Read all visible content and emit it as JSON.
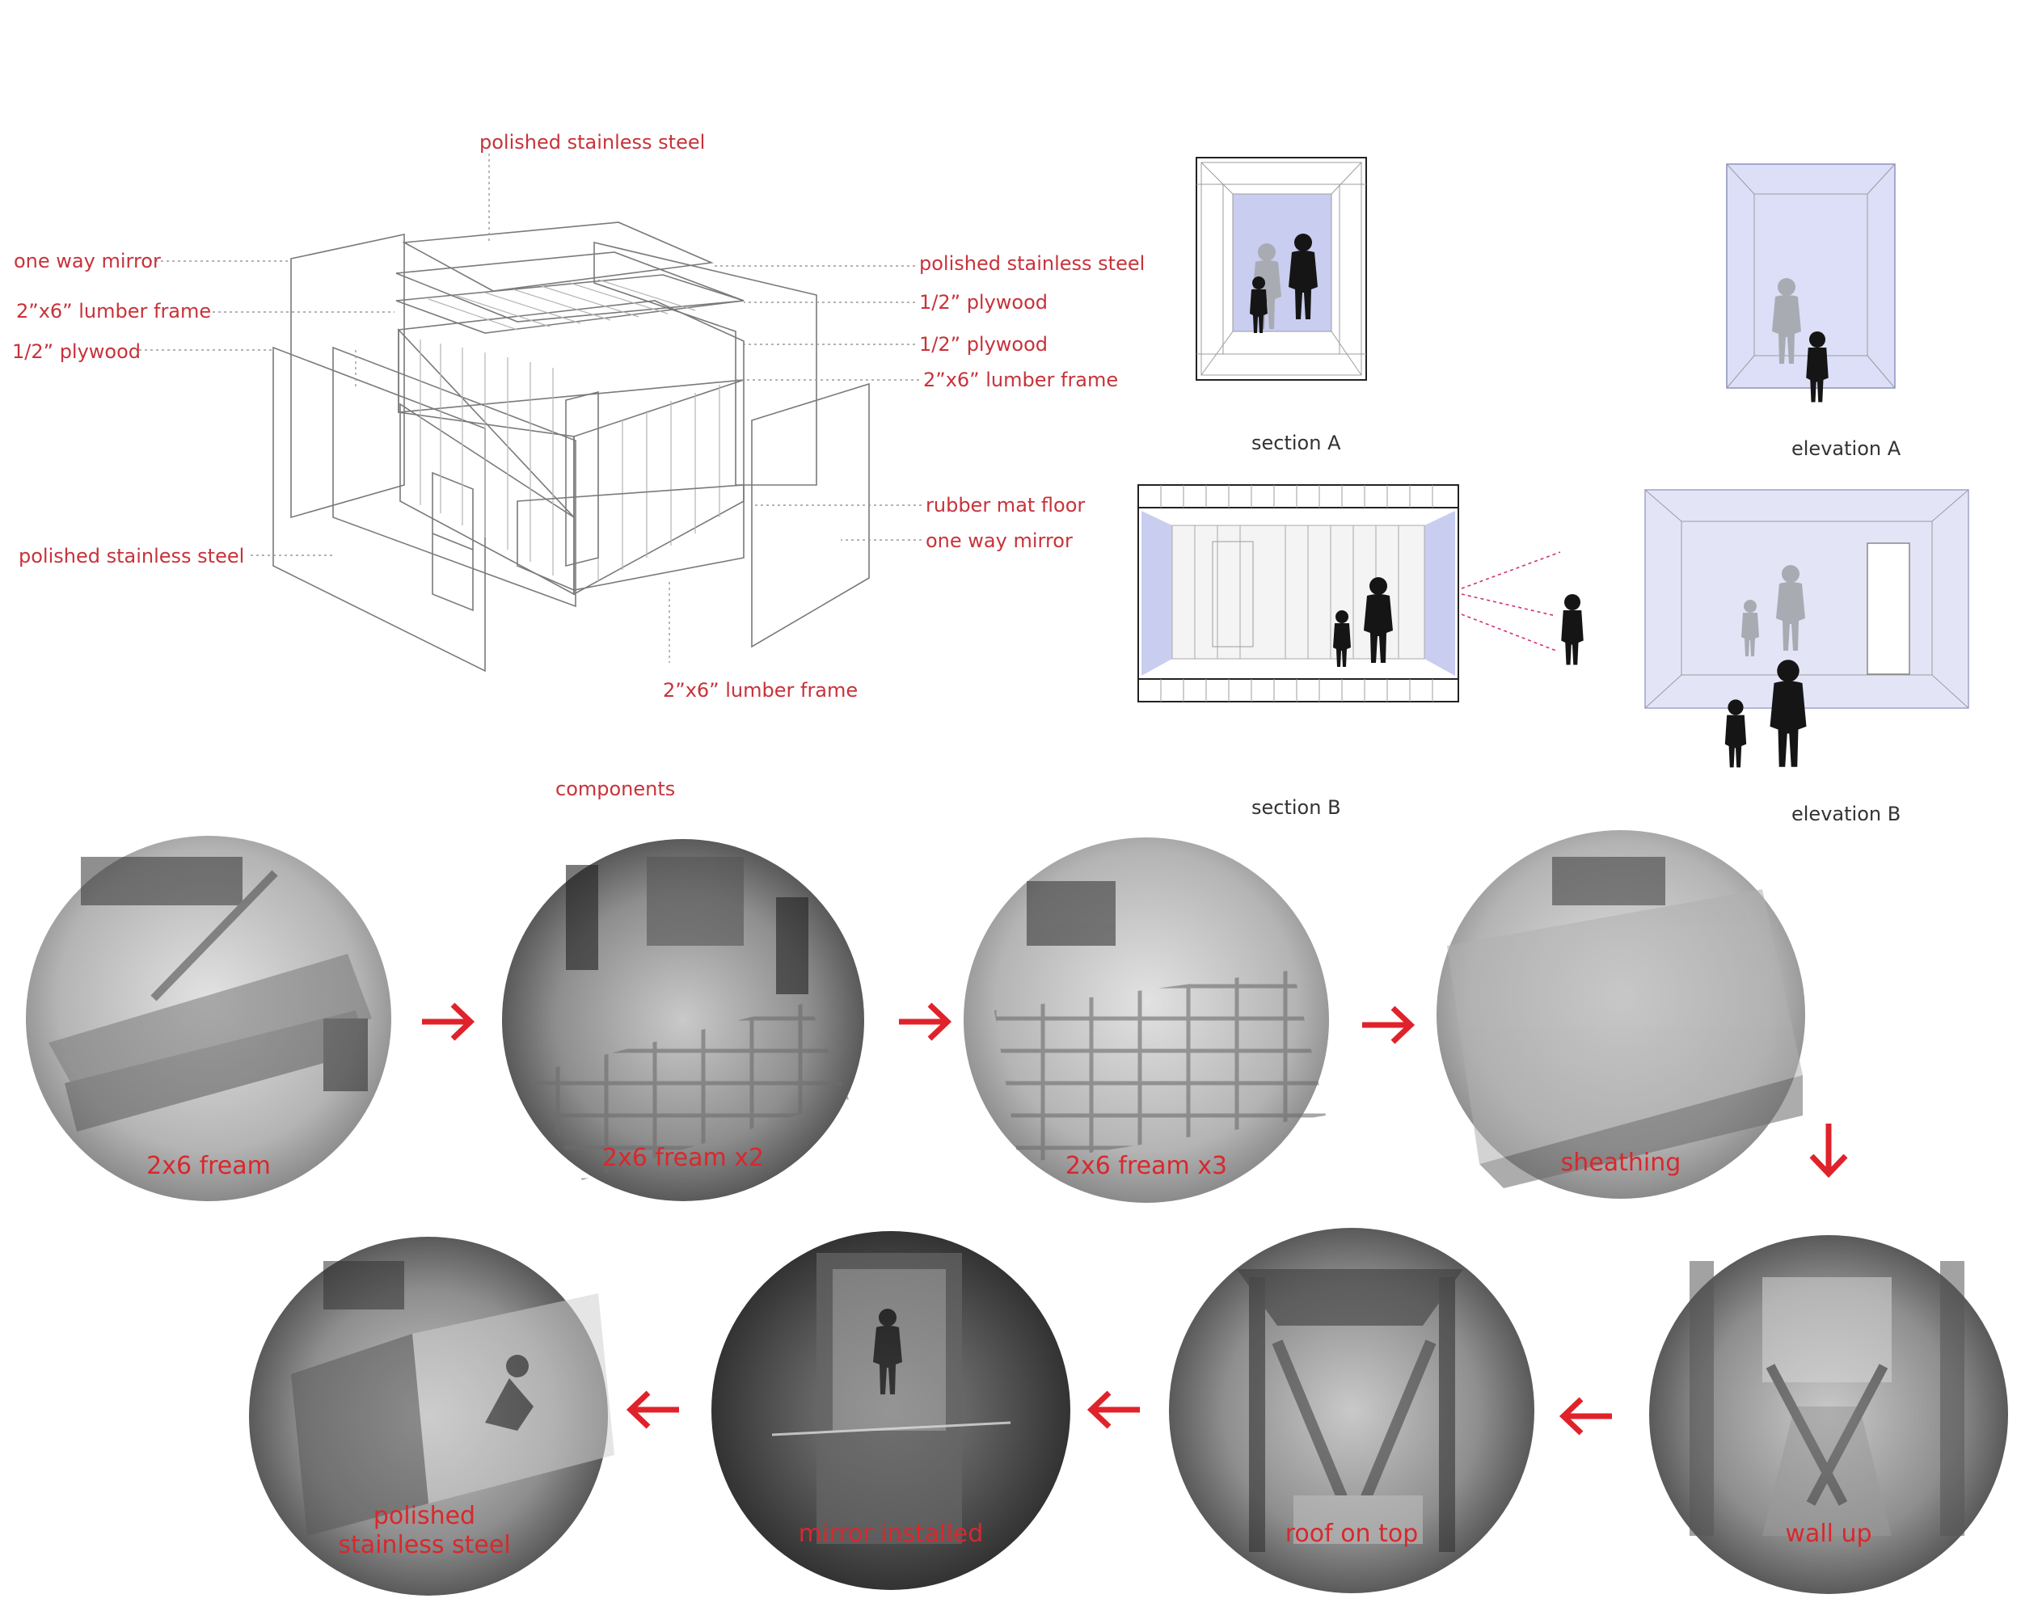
{
  "labels": {
    "ss_top": "polished stainless steel",
    "mirror_left": "one way mirror",
    "lumber_left": "2”x6” lumber frame",
    "plywood_left": "1/2” plywood",
    "ss_left": "polished stainless steel",
    "ss_right": "polished stainless steel",
    "plywood_right1": "1/2” plywood",
    "plywood_right2": "1/2” plywood",
    "lumber_right": "2”x6” lumber frame",
    "rubber": "rubber mat floor",
    "mirror_right": "one way mirror",
    "lumber_bottom": "2”x6” lumber frame",
    "components": "components"
  },
  "views": {
    "section_a": "section A",
    "elevation_a": "elevation A",
    "section_b": "section B",
    "elevation_b": "elevation B"
  },
  "steps": [
    {
      "caption": "2x6 fream"
    },
    {
      "caption": "2x6 fream x2"
    },
    {
      "caption": "2x6 fream x3"
    },
    {
      "caption": "sheathing"
    },
    {
      "caption": "wall up"
    },
    {
      "caption": "roof on top"
    },
    {
      "caption": "mirror installed"
    },
    {
      "caption": "polished",
      "caption2": "stainless steel"
    }
  ],
  "colors": {
    "label_red": "#c8323a",
    "arrow_red": "#e0222a",
    "mirror_blue": "#c9cdf0",
    "leader_gray": "#9a9a9a"
  },
  "icons": {
    "arrow_right": "right-arrow-icon",
    "arrow_down": "down-arrow-icon",
    "arrow_left": "left-arrow-icon"
  }
}
